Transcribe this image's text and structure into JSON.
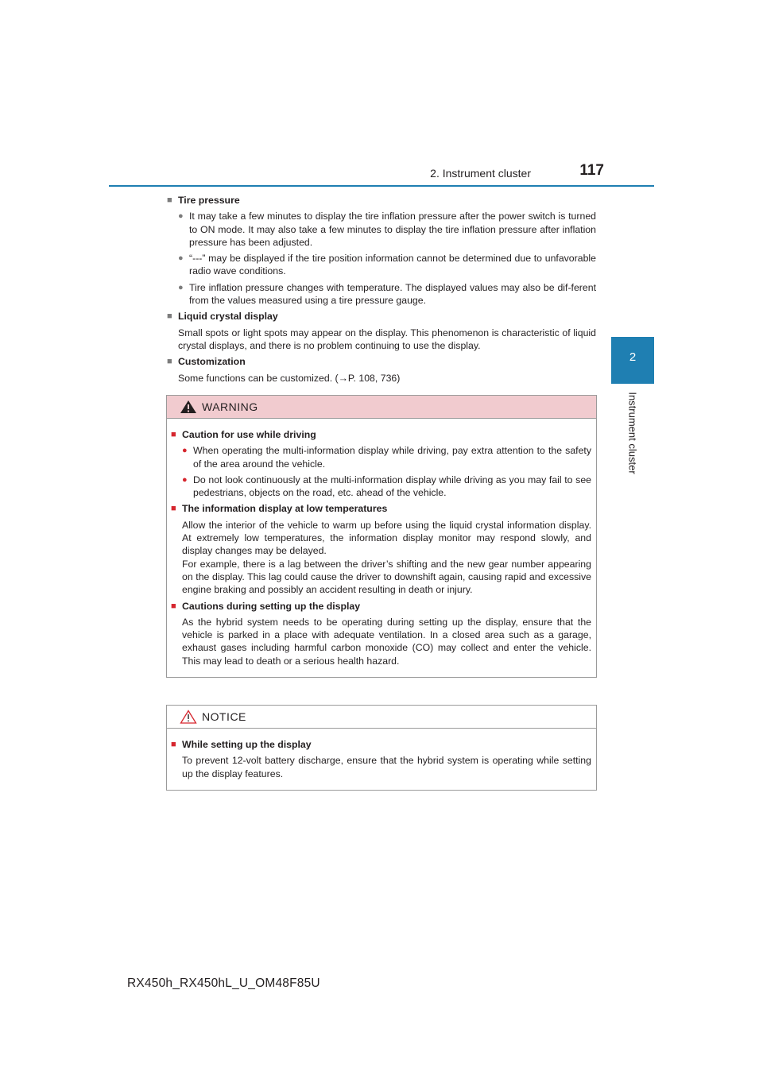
{
  "header": {
    "title": "2. Instrument cluster",
    "page_number": "117"
  },
  "chapter_tab": {
    "number": "2",
    "label": "Instrument cluster"
  },
  "sections": {
    "tire_pressure": {
      "heading": "Tire pressure",
      "bullets": [
        "It may take a few minutes to display the tire inflation pressure after the power switch is turned to ON mode. It may also take a few minutes to display the tire inflation pressure after inflation pressure has been adjusted.",
        "“---” may be displayed if the tire position information cannot be determined due to unfavorable radio wave conditions.",
        "Tire inflation pressure changes with temperature. The displayed values may also be dif-ferent from the values measured using a tire pressure gauge."
      ]
    },
    "lcd": {
      "heading": "Liquid crystal display",
      "text": "Small spots or light spots may appear on the display. This phenomenon is characteristic of liquid crystal displays, and there is no problem continuing to use the display."
    },
    "customization": {
      "heading": "Customization",
      "text": "Some functions can be customized. (→P. 108, 736)"
    }
  },
  "warning": {
    "label": "WARNING",
    "caution_driving": {
      "heading": "Caution for use while driving",
      "bullets": [
        "When operating the multi-information display while driving, pay extra attention to the safety of the area around the vehicle.",
        "Do not look continuously at the multi-information display while driving as you may fail to see pedestrians, objects on the road, etc. ahead of the vehicle."
      ]
    },
    "low_temp": {
      "heading": "The information display at low temperatures",
      "text1": "Allow the interior of the vehicle to warm up before using the liquid crystal information display. At extremely low temperatures, the information display monitor may respond slowly, and display changes may be delayed.",
      "text2": "For example, there is a lag between the driver’s shifting and the new gear number appearing on the display. This lag could cause the driver to downshift again, causing rapid and excessive engine braking and possibly an accident resulting in death or injury."
    },
    "setup": {
      "heading": "Cautions during setting up the display",
      "text": "As the hybrid system needs to be operating during setting up the display, ensure that the vehicle is parked in a place with adequate ventilation. In a closed area such as a garage, exhaust gases including harmful carbon monoxide (CO) may collect and enter the vehicle. This may lead to death or a serious health hazard."
    }
  },
  "notice": {
    "label": "NOTICE",
    "setup": {
      "heading": "While setting up the display",
      "text": "To prevent 12-volt battery discharge, ensure that the hybrid system is operating while setting up the display features."
    }
  },
  "footer": {
    "doc_code": "RX450h_RX450hL_U_OM48F85U"
  },
  "colors": {
    "accent": "#1f7fb2",
    "warning_bg": "#f1cbcf",
    "red": "#d6262e",
    "gray": "#7c7c7c"
  }
}
